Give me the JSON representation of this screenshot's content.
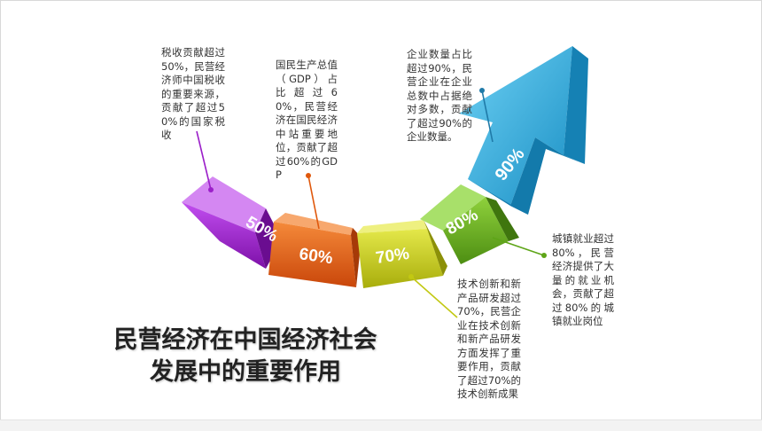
{
  "title_line1": "民营经济在中国经济社会",
  "title_line2": "发展中的重要作用",
  "segments": [
    {
      "label": "50%",
      "color": "#9b1fc9",
      "note": "税收贡献超过50%，民营经济师中国税收的重要来源，贡献了超过50%的国家税收"
    },
    {
      "label": "60%",
      "color": "#e0580c",
      "note": "国民生产总值（GDP）占比超过60%，民营经济在国民经济中站重要地位，贡献了超过60%的GDP"
    },
    {
      "label": "70%",
      "color": "#c2c812",
      "note": "技术创新和新产品研发超过70%，民营企业在技术创新和新产品研发方面发挥了重要作用，贡献了超过70%的技术创新成果"
    },
    {
      "label": "80%",
      "color": "#5ea518",
      "note": "城镇就业超过80%，民营经济提供了大量的就业机会，贡献了超过80%的城镇就业岗位"
    },
    {
      "label": "90%",
      "color": "#1fa6d9",
      "note": "企业数量占比超过90%，民营企业在企业总数中占据绝对多数，贡献了超过90%的企业数量。"
    }
  ]
}
